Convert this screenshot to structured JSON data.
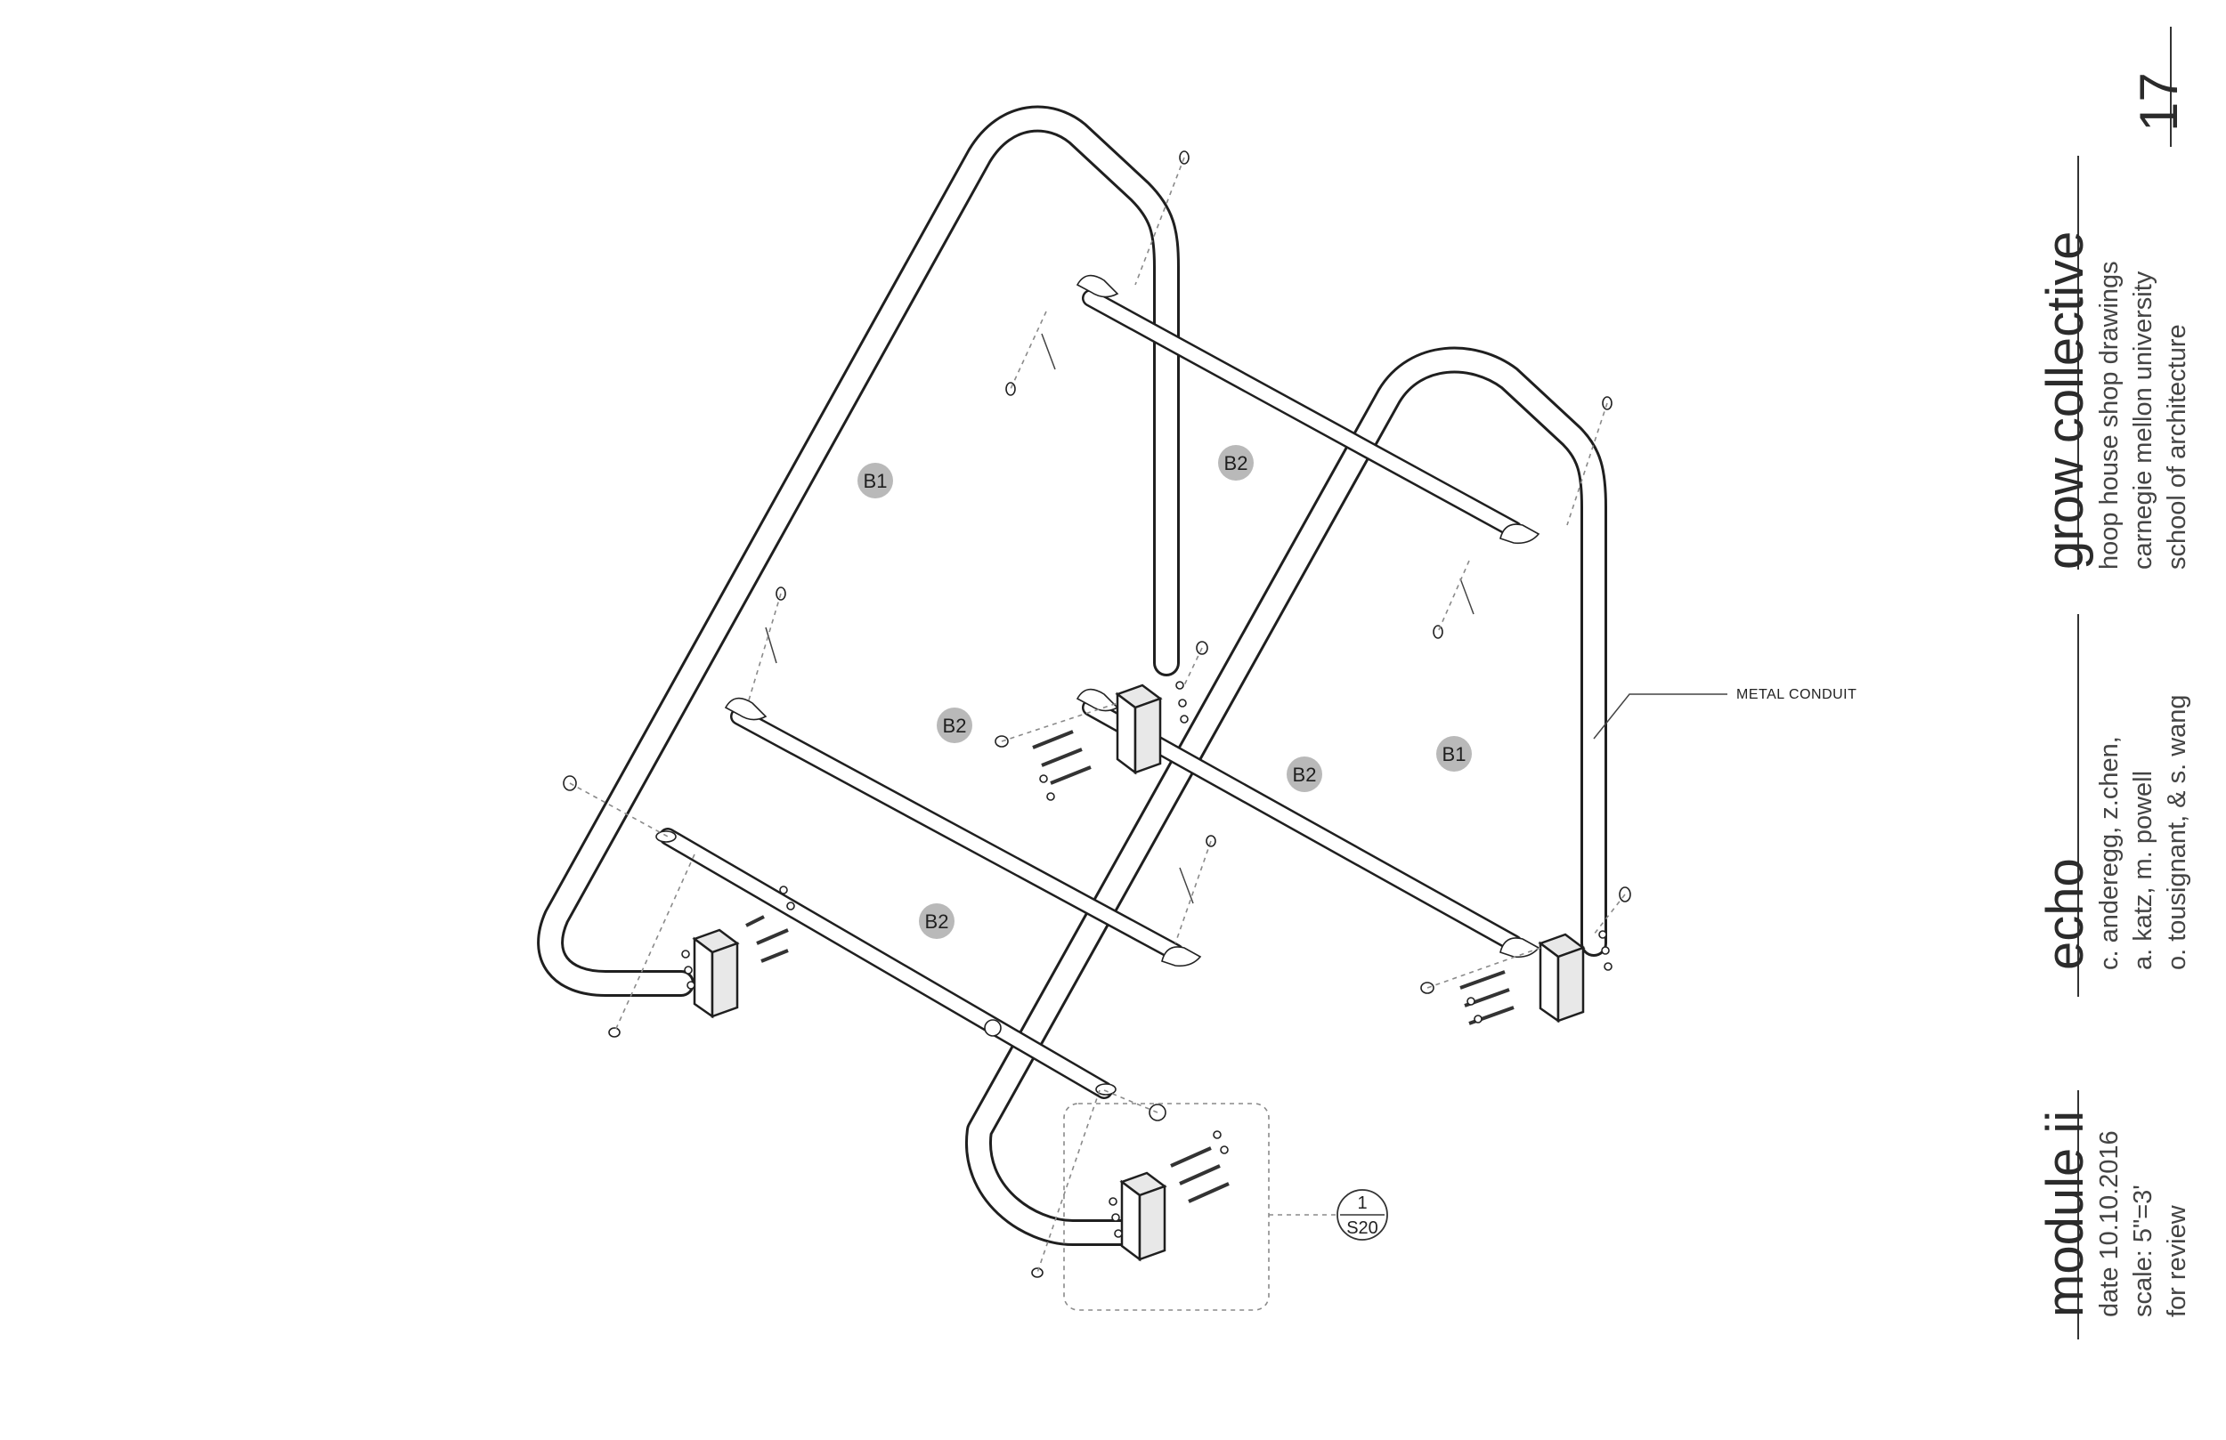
{
  "labels": {
    "b1": "B1",
    "b2": "B2",
    "callout_conduit": "METAL CONDUIT",
    "section_top": "1",
    "section_bottom": "S20"
  },
  "title_block": {
    "page_number": "17",
    "project": {
      "title": "grow collective",
      "lines": [
        "hoop house shop drawings",
        "carnegie mellon university",
        "school of architecture"
      ]
    },
    "team": {
      "title": "echo",
      "lines": [
        "c. anderegg, z.chen,",
        "a. katz, m. powell",
        "o. tousignant, & s. wang"
      ]
    },
    "module": {
      "title": "module ii",
      "lines": [
        "date 10.10.2016",
        "scale: 5\"=3'",
        "for review"
      ]
    }
  }
}
